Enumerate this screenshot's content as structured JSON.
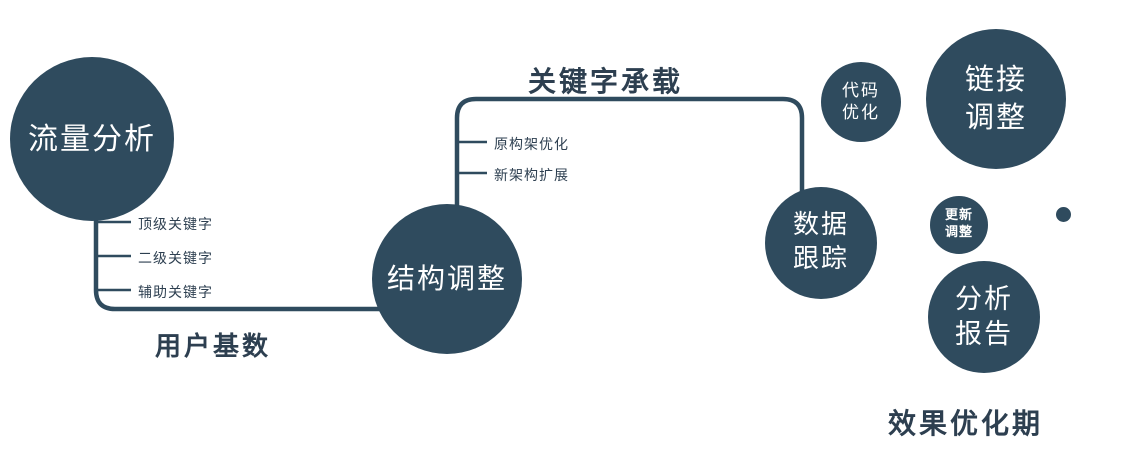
{
  "colors": {
    "node_fill": "#2f4b5e",
    "line": "#2f4b5e",
    "label_text": "#2d3f50"
  },
  "nodes": {
    "traffic_analysis": {
      "label": "流量分析"
    },
    "structure_adjust": {
      "label": "结构调整"
    },
    "data_tracking": {
      "line1": "数据",
      "line2": "跟踪"
    },
    "code_optimization": {
      "line1": "代码",
      "line2": "优化"
    },
    "link_adjustment": {
      "line1": "链接",
      "line2": "调整"
    },
    "update_adjustment": {
      "line1": "更新",
      "line2": "调整"
    },
    "analysis_report": {
      "line1": "分析",
      "line2": "报告"
    }
  },
  "edge_labels": {
    "user_base": "用户基数",
    "keyword_carry": "关键字承载"
  },
  "tick_labels": {
    "left": [
      "顶级关键字",
      "二级关键字",
      "辅助关键字"
    ],
    "middle": [
      "原构架优化",
      "新架构扩展"
    ]
  },
  "footer": {
    "label": "效果优化期"
  }
}
